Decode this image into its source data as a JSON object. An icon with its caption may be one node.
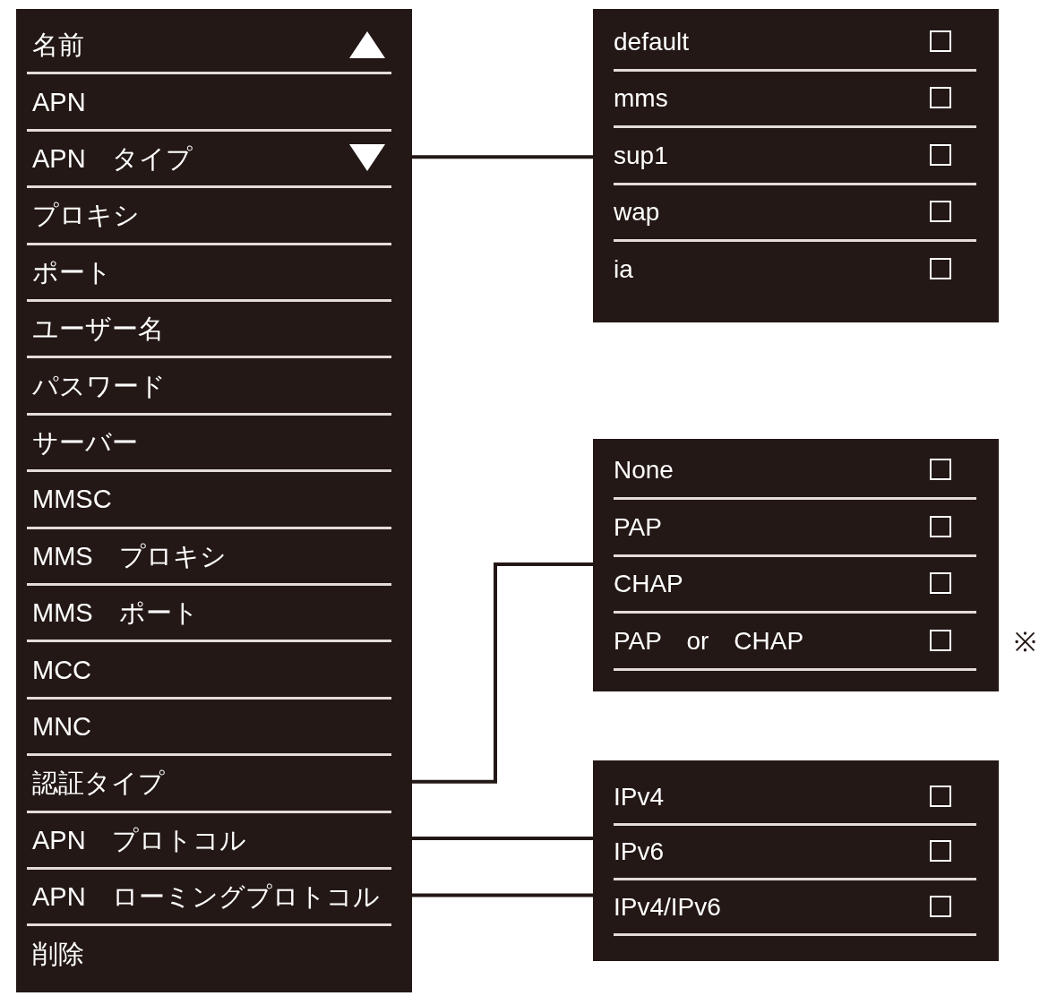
{
  "diagram": {
    "nodes": [
      {
        "text": [],
        "shape": "box"
      },
      {
        "text": [
          "名前"
        ],
        "in": 0
      },
      {
        "text": [
          "APN"
        ],
        "in": 0
      },
      {
        "text": [
          "APN　タイプ"
        ],
        "in": 0
      },
      {
        "text": [
          "プロキシ"
        ],
        "in": 0
      },
      {
        "text": [
          "ポート"
        ],
        "in": 0
      },
      {
        "text": [
          "ユーザー名"
        ],
        "in": 0
      },
      {
        "text": [
          "パスワード"
        ],
        "in": 0
      },
      {
        "text": [
          "サーバー"
        ],
        "in": 0
      },
      {
        "text": [
          "MMSC"
        ],
        "in": 0
      },
      {
        "text": [
          "MMS　プロキシ"
        ],
        "in": 0
      },
      {
        "text": [
          "MMS　ポート"
        ],
        "in": 0
      },
      {
        "text": [
          "MCC"
        ],
        "in": 0
      },
      {
        "text": [
          "MNC"
        ],
        "in": 0
      },
      {
        "text": [
          "認証タイプ"
        ],
        "in": 0
      },
      {
        "text": [
          "APN　プロトコル"
        ],
        "in": 0
      },
      {
        "text": [
          "APN　ローミングプロトコル"
        ],
        "in": 0
      },
      {
        "text": [
          "削除"
        ],
        "in": 0
      },
      {
        "text": [],
        "shape": "box"
      },
      {
        "text": [
          "default"
        ],
        "in": 18
      },
      {
        "text": [
          "mms"
        ],
        "in": 18
      },
      {
        "text": [
          "sup1"
        ],
        "in": 18
      },
      {
        "text": [
          "wap"
        ],
        "in": 18
      },
      {
        "text": [
          "ia"
        ],
        "in": 18
      },
      {
        "text": [],
        "shape": "box"
      },
      {
        "text": [
          "None"
        ],
        "in": 24
      },
      {
        "text": [
          "PAP"
        ],
        "in": 24
      },
      {
        "text": [
          "CHAP"
        ],
        "in": 24
      },
      {
        "text": [
          "PAP　or　CHAP"
        ],
        "in": 24
      },
      {
        "text": [],
        "shape": "box"
      },
      {
        "text": [
          "IPv4"
        ],
        "in": 29
      },
      {
        "text": [
          "IPv6"
        ],
        "in": 29
      },
      {
        "text": [
          "IPv4/IPv6"
        ],
        "in": 29
      }
    ],
    "edges": [
      {
        "from": 3,
        "to": 18,
        "arrow": "none"
      },
      {
        "from": 14,
        "to": 24,
        "arrow": "none"
      },
      {
        "from": 15,
        "to": 29,
        "arrow": "none"
      },
      {
        "from": 16,
        "to": 29,
        "arrow": "none"
      }
    ],
    "labels": [
      "※"
    ]
  }
}
